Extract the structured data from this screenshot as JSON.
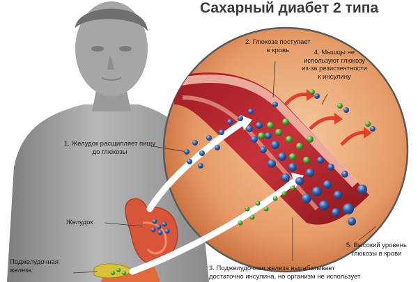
{
  "title": "Сахарный диабет 2 типа",
  "labels": {
    "stomach_breaks_food": [
      "1. Желудок расщипляет пищу",
      "до глюкозы"
    ],
    "stomach": "Желудок",
    "pancreas": [
      "Поджелудочная",
      "железа"
    ],
    "pancreas_insulin": [
      "3. Поджелудочная железа вырабатывает",
      "достаточно инсулина, но организм не использует"
    ],
    "glucose_enters_blood": [
      "2. Глюкоза поступает",
      "в кровь"
    ],
    "muscles_resistance": [
      "4. Мышцы не",
      "используют глюкозу",
      "из-за резистентности",
      "к инсулину"
    ],
    "high_blood_glucose": [
      "5. Высокий уровень",
      "глюкозы в крови"
    ]
  },
  "colors": {
    "glucose": "#2f5fa5",
    "insulin": "#4ea83a",
    "blood": "#c0282c",
    "vessel_inner": "#e8a48e",
    "magnifier_bg": "#e08a58",
    "arrow_red": "#e0402a",
    "silhouette": "#a0a0a0",
    "stomach": "#d9553a"
  }
}
